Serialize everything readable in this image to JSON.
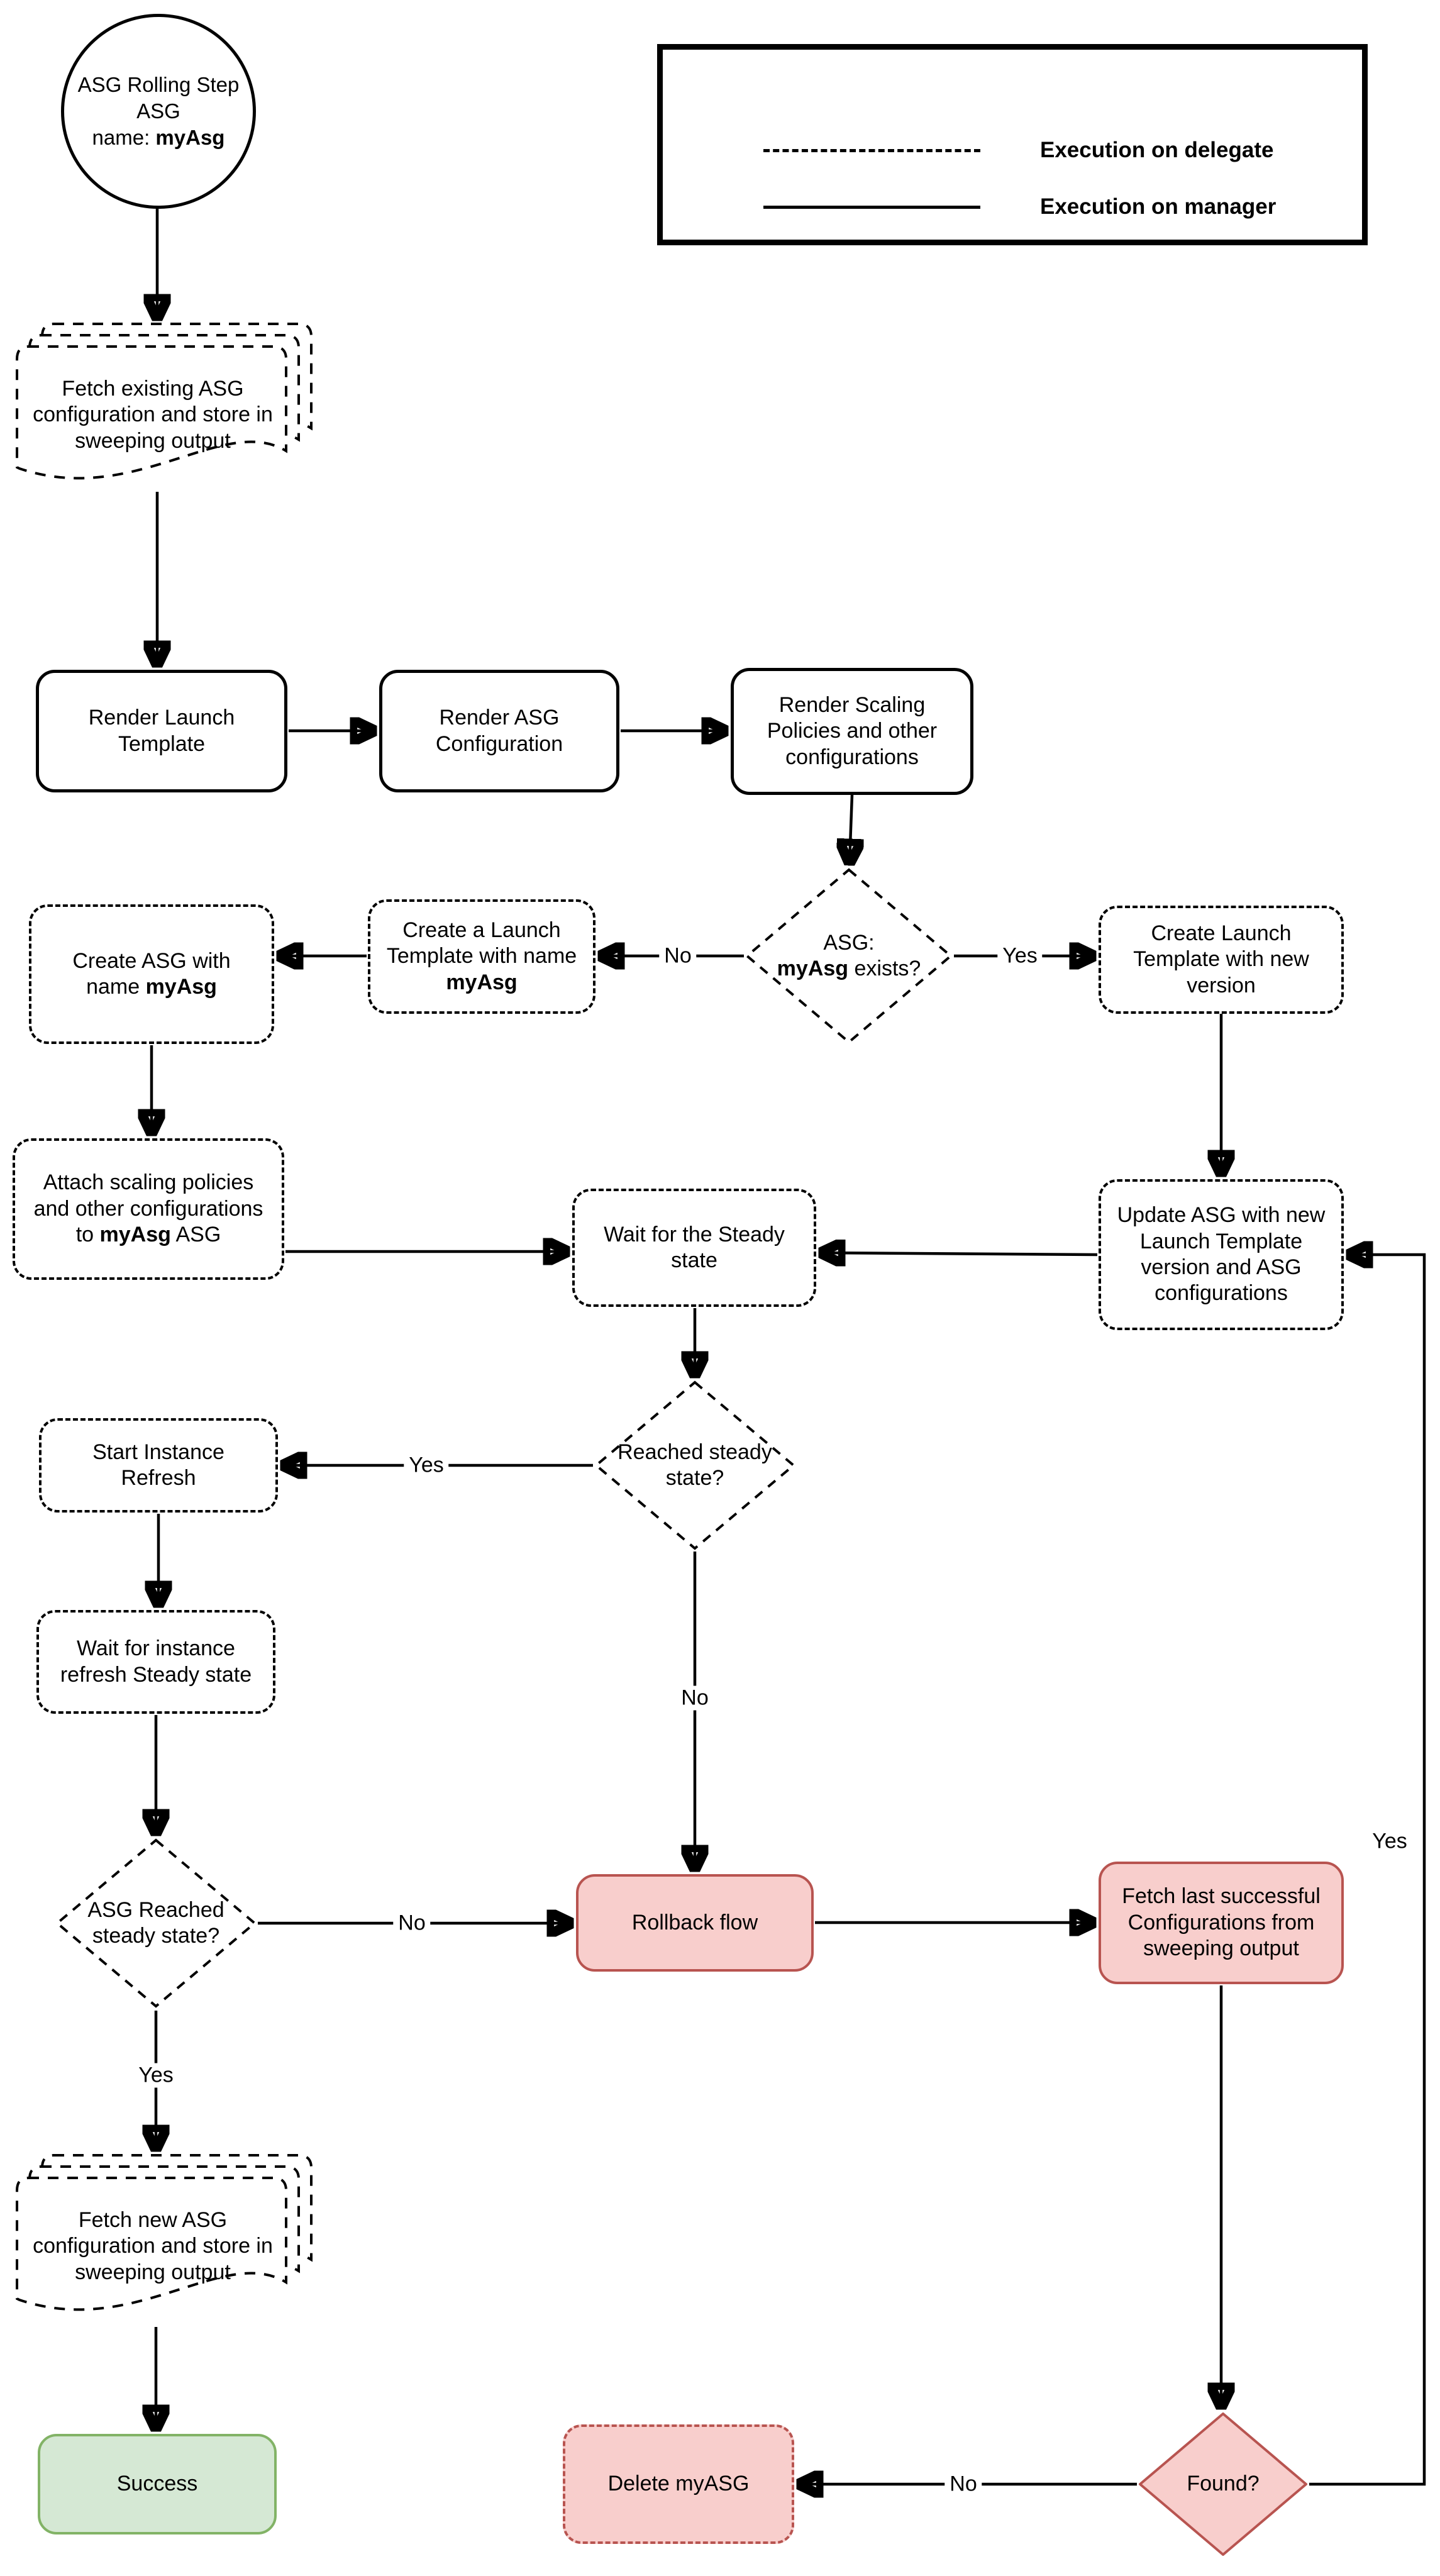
{
  "legend": {
    "items": [
      {
        "line_style": "dashed",
        "label": "Execution on delegate"
      },
      {
        "line_style": "solid",
        "label": "Execution on manager"
      }
    ]
  },
  "colors": {
    "danger_fill": "#f8cecc",
    "danger_border": "#b85450",
    "success_fill": "#d5e8d4",
    "success_border": "#82b366",
    "line": "#000000"
  },
  "nodes": {
    "start": {
      "line1": "ASG Rolling Step",
      "line2": "ASG",
      "line3_prefix": "name: ",
      "line3_bold": "myAsg"
    },
    "fetch_existing": {
      "text": "Fetch existing ASG configuration and store in sweeping output"
    },
    "render_launch_template": {
      "text": "Render Launch Template"
    },
    "render_asg_configuration": {
      "text": "Render ASG Configuration"
    },
    "render_scaling_policies": {
      "text": "Render Scaling Policies and other configurations"
    },
    "asg_exists_decision": {
      "prefix": "ASG:",
      "bold": "myAsg",
      "suffix": " exists?"
    },
    "create_launch_template_named": {
      "prefix": "Create a Launch Template with name ",
      "bold": "myAsg"
    },
    "create_asg_named": {
      "prefix": "Create ASG with name ",
      "bold": "myAsg"
    },
    "create_launch_template_new_version": {
      "text": "Create Launch Template with new version"
    },
    "attach_scaling_policies": {
      "prefix": "Attach scaling policies and other configurations to ",
      "bold": "myAsg",
      "suffix": " ASG"
    },
    "wait_steady_state": {
      "text": "Wait for the Steady state"
    },
    "update_asg": {
      "text": "Update ASG with new Launch Template version and ASG configurations"
    },
    "reached_steady_state_decision": {
      "text": "Reached steady state?"
    },
    "start_instance_refresh": {
      "text": "Start Instance Refresh"
    },
    "wait_instance_refresh": {
      "text": "Wait for instance refresh Steady state"
    },
    "asg_reached_steady_state_decision": {
      "text": "ASG Reached steady state?"
    },
    "rollback_flow": {
      "text": "Rollback flow"
    },
    "fetch_last_successful": {
      "text": "Fetch last successful Configurations from sweeping output"
    },
    "fetch_new_asg": {
      "text": "Fetch new ASG configuration and store in sweeping output"
    },
    "success": {
      "text": "Success"
    },
    "delete_myasg": {
      "text": "Delete myASG"
    },
    "found_decision": {
      "text": "Found?"
    }
  },
  "edge_labels": {
    "asg_exists_no": "No",
    "asg_exists_yes": "Yes",
    "reached_steady_yes": "Yes",
    "reached_steady_no": "No",
    "asg_reached_no": "No",
    "asg_reached_yes": "Yes",
    "found_no": "No",
    "found_yes": "Yes"
  }
}
